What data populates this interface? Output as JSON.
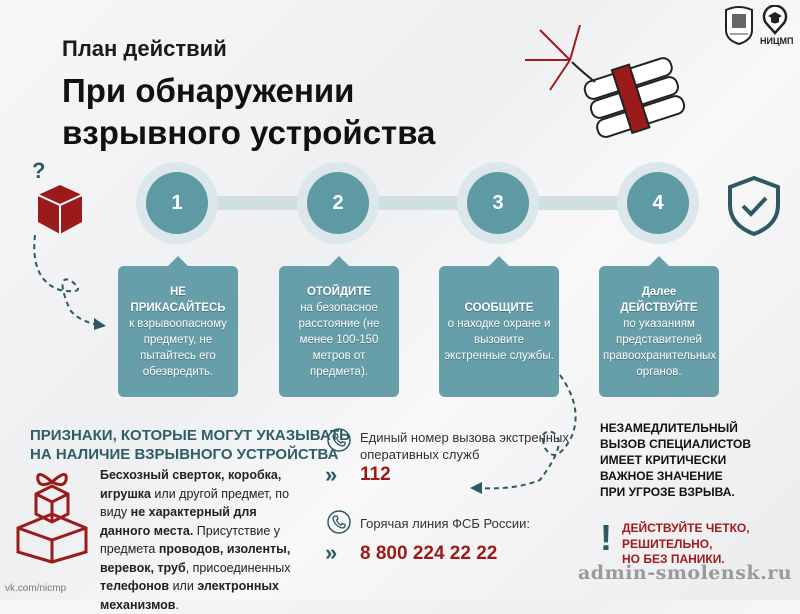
{
  "header": {
    "subtitle": "План действий",
    "title_line1": "При обнаружении",
    "title_line2": "взрывного устройства",
    "logo_text": "НИЦМП"
  },
  "steps": [
    {
      "number": "1",
      "bold": "НЕ ПРИКАСАЙТЕСЬ",
      "text": "к взрывоопасному предмету, не пытайтесь его обезвредить."
    },
    {
      "number": "2",
      "bold": "ОТОЙДИТЕ",
      "text": "на безопасное расстояние (не менее 100-150 метров от предмета)."
    },
    {
      "number": "3",
      "bold": "СООБЩИТЕ",
      "text": "о находке охране и вызовите экстренные службы."
    },
    {
      "number": "4",
      "pre": "Далее",
      "bold": "ДЕЙСТВУЙТЕ",
      "text": "по указаниям представителей правоохранительных органов."
    }
  ],
  "signs": {
    "heading_line1": "ПРИЗНАКИ, КОТОРЫЕ МОГУТ УКАЗЫВАТЬ",
    "heading_line2": "НА НАЛИЧИЕ ВЗРЫВНОГО УСТРОЙСТВА",
    "parts": [
      {
        "b": "Бесхозный сверток, коробка, игрушка"
      },
      {
        "t": " или другой предмет, по виду "
      },
      {
        "b": "не характерный для данного места."
      },
      {
        "t": " Присутствие у предмета "
      },
      {
        "b": "проводов, изоленты, веревок, труб"
      },
      {
        "t": ", присоединенных "
      },
      {
        "b": "телефонов"
      },
      {
        "t": " или "
      },
      {
        "b": "электронных механизмов"
      },
      {
        "t": "."
      }
    ]
  },
  "contacts": [
    {
      "label": "Единый номер вызова экстренных оперативных служб",
      "number": "112"
    },
    {
      "label": "Горячая линия ФСБ России:",
      "number": "8 800 224 22 22"
    }
  ],
  "critical": [
    "НЕЗАМЕДЛИТЕЛЬНЫЙ",
    "ВЫЗОВ СПЕЦИАЛИСТОВ",
    "ИМЕЕТ КРИТИЧЕСКИ",
    "ВАЖНОЕ ЗНАЧЕНИЕ",
    "ПРИ УГРОЗЕ ВЗРЫВА."
  ],
  "warning": [
    "ДЕЙСТВУЙТЕ ЧЕТКО,",
    "РЕШИТЕЛЬНО,",
    "НО БЕЗ ПАНИКИ."
  ],
  "footer": {
    "vk": "vk.com/nicmp",
    "watermark": "admin-smolensk.ru"
  },
  "colors": {
    "teal": "#669faa",
    "dark_teal": "#2d5a62",
    "red": "#9b1b1b"
  }
}
